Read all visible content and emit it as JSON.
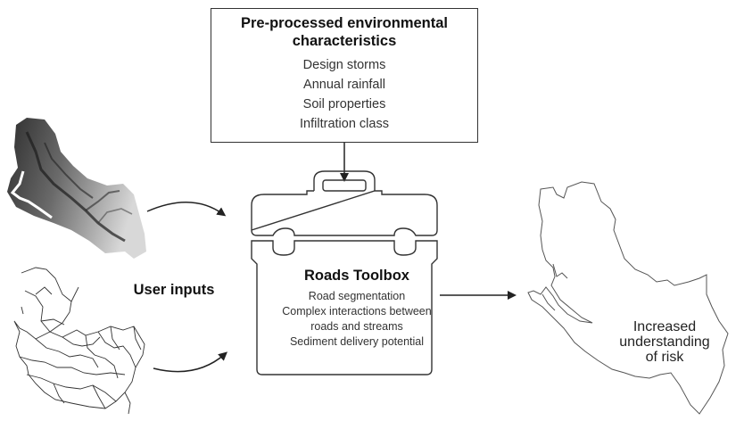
{
  "diagram": {
    "preprocessed_box": {
      "title_line1": "Pre-processed environmental",
      "title_line2": "characteristics",
      "items": [
        "Design storms",
        "Annual rainfall",
        "Soil properties",
        "Infiltration class"
      ]
    },
    "toolbox": {
      "title": "Roads Toolbox",
      "items": [
        "Road segmentation",
        "Complex interactions between",
        "roads and streams",
        "Sediment delivery potential"
      ],
      "icon": "toolbox-icon"
    },
    "user_inputs": {
      "label": "User inputs",
      "inputs": [
        {
          "name": "elevation-model-map",
          "description": "grayscale elevation raster of watershed"
        },
        {
          "name": "road-network-map",
          "description": "line map of roads and streams"
        }
      ]
    },
    "output": {
      "label_lines": [
        "Increased",
        "understanding",
        "of risk"
      ],
      "map": "watershed-outline-map"
    },
    "colors": {
      "line": "#333333",
      "text": "#1a1a1a",
      "background": "#ffffff"
    }
  }
}
